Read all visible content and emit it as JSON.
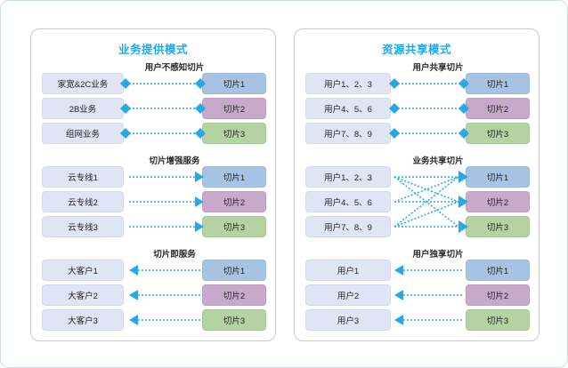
{
  "diagram": {
    "panels": [
      {
        "id": "service-provision-mode",
        "title": "业务提供模式",
        "groups": [
          {
            "id": "user-unaware-slice",
            "title": "用户不感知切片",
            "connector": "diamond-both",
            "rows": [
              {
                "left": "家宽&2C业务",
                "right": "切片1",
                "color": "c1"
              },
              {
                "left": "2B业务",
                "right": "切片2",
                "color": "c2"
              },
              {
                "left": "组网业务",
                "right": "切片3",
                "color": "c3"
              }
            ]
          },
          {
            "id": "slice-enhanced-service",
            "title": "切片增强服务",
            "connector": "arrow-right",
            "rows": [
              {
                "left": "云专线1",
                "right": "切片1",
                "color": "c1"
              },
              {
                "left": "云专线2",
                "right": "切片2",
                "color": "c2"
              },
              {
                "left": "云专线3",
                "right": "切片3",
                "color": "c3"
              }
            ]
          },
          {
            "id": "slice-as-a-service",
            "title": "切片即服务",
            "connector": "arrow-left",
            "rows": [
              {
                "left": "大客户1",
                "right": "切片1",
                "color": "c1"
              },
              {
                "left": "大客户2",
                "right": "切片2",
                "color": "c2"
              },
              {
                "left": "大客户3",
                "right": "切片3",
                "color": "c3"
              }
            ]
          }
        ]
      },
      {
        "id": "resource-sharing-mode",
        "title": "资源共享模式",
        "groups": [
          {
            "id": "user-shared-slice",
            "title": "用户共享切片",
            "connector": "diamond-both",
            "rows": [
              {
                "left": "用户1、2、3",
                "right": "切片1",
                "color": "c1"
              },
              {
                "left": "用户4、5、6",
                "right": "切片2",
                "color": "c2"
              },
              {
                "left": "用户7、8、9",
                "right": "切片3",
                "color": "c3"
              }
            ]
          },
          {
            "id": "service-shared-slice",
            "title": "业务共享切片",
            "connector": "mesh-arrow-right",
            "rows": [
              {
                "left": "用户1、2、3",
                "right": "切片1",
                "color": "c1"
              },
              {
                "left": "用户4、5、6",
                "right": "切片2",
                "color": "c2"
              },
              {
                "left": "用户7、8、9",
                "right": "切片3",
                "color": "c3"
              }
            ]
          },
          {
            "id": "user-dedicated-slice",
            "title": "用户独享切片",
            "connector": "arrow-left",
            "rows": [
              {
                "left": "用户1",
                "right": "切片1",
                "color": "c1"
              },
              {
                "left": "用户2",
                "right": "切片2",
                "color": "c2"
              },
              {
                "left": "用户3",
                "right": "切片3",
                "color": "c3"
              }
            ]
          }
        ]
      }
    ],
    "colors": {
      "accent_title": "#1ea7f0",
      "connector": "#29a8e6",
      "left_box": "#dfe5f5",
      "slice_1": "#a7c3e4",
      "slice_2": "#c9a9cb",
      "slice_3": "#b4d3a0"
    }
  }
}
